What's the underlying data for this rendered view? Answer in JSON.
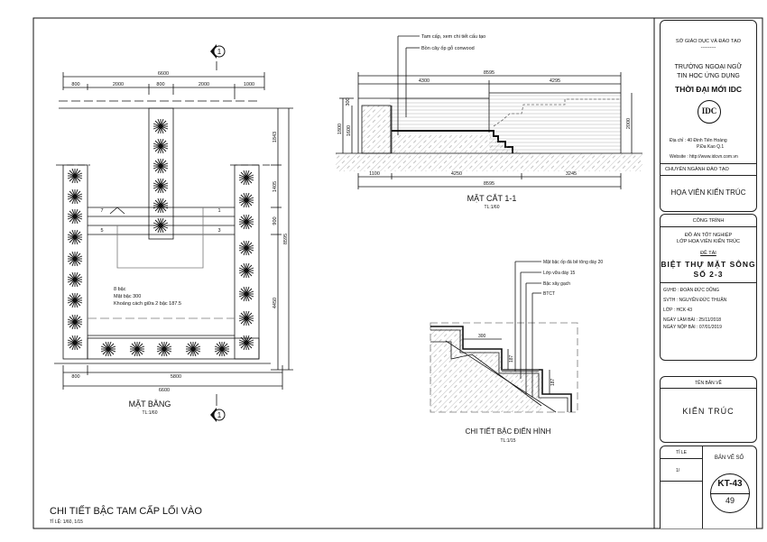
{
  "plan": {
    "title": "MẶT BẰNG",
    "scale": "TL:1/60",
    "section_mark": "1",
    "dims_top_total": "6600",
    "dims_top": [
      "800",
      "2000",
      "800",
      "2000",
      "1000"
    ],
    "dims_bottom": [
      "800",
      "5800"
    ],
    "dims_bottom_total": "6600",
    "dims_right": [
      "1843",
      "1405",
      "900",
      "4450"
    ],
    "dims_right_total": "8595",
    "step_labels": [
      "7",
      "1",
      "5",
      "3"
    ],
    "notes": [
      "8 bậc",
      "Mặt bậc 300",
      "Khoảng cách giữa 2 bậc 187.5"
    ]
  },
  "section": {
    "title": "MẶT CẮT 1-1",
    "scale": "TL:1/60",
    "leaders": [
      "Tam cấp, xem chi tiết cấu tạo",
      "Bồn cây ốp gỗ conwood"
    ],
    "dims_top_total": "8595",
    "dims_top": [
      "4300",
      "4295"
    ],
    "dims_bottom": [
      "1100",
      "4250",
      "3245"
    ],
    "dims_bottom_total": "8595",
    "dims_left": [
      "300",
      "1800",
      "1600"
    ],
    "dims_right": "2000"
  },
  "detail": {
    "title": "CHI TIẾT BẬC ĐIỂN HÌNH",
    "scale": "TL:1/15",
    "leaders": [
      "Mặt bậc ốp đá bê tông dày 20",
      "Lớp vữa dày 15",
      "Bậc xây gạch",
      "BTCT"
    ],
    "dims": [
      "300",
      "187",
      "187"
    ]
  },
  "sheet": {
    "title": "CHI TIẾT BẬC TAM CẤP LỐI VÀO",
    "scale": "TỈ LỆ: 1/60, 1/15"
  },
  "title_block": {
    "dept": "SỞ GIÁO DỤC VÀ ĐÀO TẠO",
    "dashes": "----------",
    "school_1": "TRƯỜNG NGOẠI NGỮ",
    "school_2": "TIN HỌC ỨNG DỤNG",
    "school_3": "THỜI ĐẠI MỚI IDC",
    "logo_text": "IDC",
    "address_1": "Địa chỉ   : 40 Đinh Tiên Hoàng",
    "address_2": "P.Đa Kao    Q.1",
    "website": "Website : http://www.idcvn.com.vn",
    "major_label": "CHUYÊN NGÀNH ĐÀO TẠO",
    "major": "HỌA VIÊN KIẾN TRÚC",
    "project_label": "CÔNG TRÌNH",
    "project_1": "ĐỒ ÁN TỐT NGHIỆP",
    "project_2": "LỚP HỌA VIÊN KIẾN TRÚC",
    "topic_label": "ĐỀ TÀI",
    "topic_1": "BIỆT THỰ MẶT SÔNG",
    "topic_2": "SỐ 2-3",
    "gvhd": "GVHD   : ĐOÀN ĐỨC DŨNG",
    "svth": "SVTH   : NGUYỄN ĐỨC THUẬN",
    "lop": "LỚP      : HCK 43",
    "ngay_lam": "NGÀY LÀM BÀI   :  25/11/2018",
    "ngay_nop": "NGÀY NỘP BÀI   :  07/01/2019",
    "drawing_label": "TÊN BẢN VẼ",
    "drawing": "KIẾN TRÚC",
    "scale_label": "TỈ LE",
    "scale": "1/",
    "sheet_label": "BẢN VẼ SỐ",
    "sheet_code": "KT-43",
    "sheet_no": "49"
  }
}
